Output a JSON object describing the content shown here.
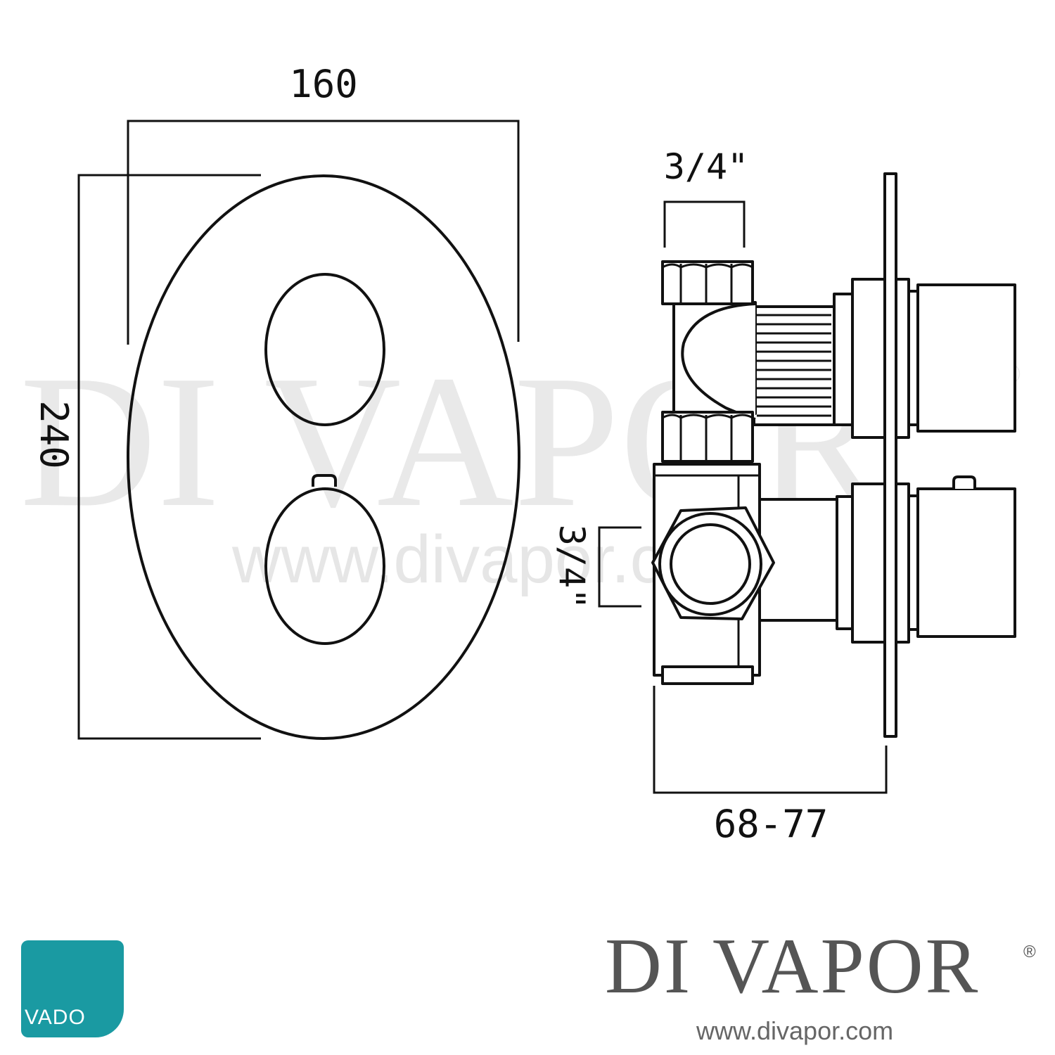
{
  "dimensions": {
    "plate_width": "160",
    "plate_height": "240",
    "top_inlet": "3/4\"",
    "side_inlet": "3/4\"",
    "depth": "68-77"
  },
  "watermark": {
    "text": "DI VAPOR",
    "url": "www.divapor.com",
    "registered": "®"
  },
  "logos": {
    "vado": {
      "text": "VADO",
      "color": "#1a9aa2"
    },
    "divapor": {
      "name": "DI VAPOR",
      "registered": "®",
      "url": "www.divapor.com"
    }
  },
  "colors": {
    "line": "#111111",
    "watermark": "#e9e9e9",
    "brand": "#555555"
  }
}
